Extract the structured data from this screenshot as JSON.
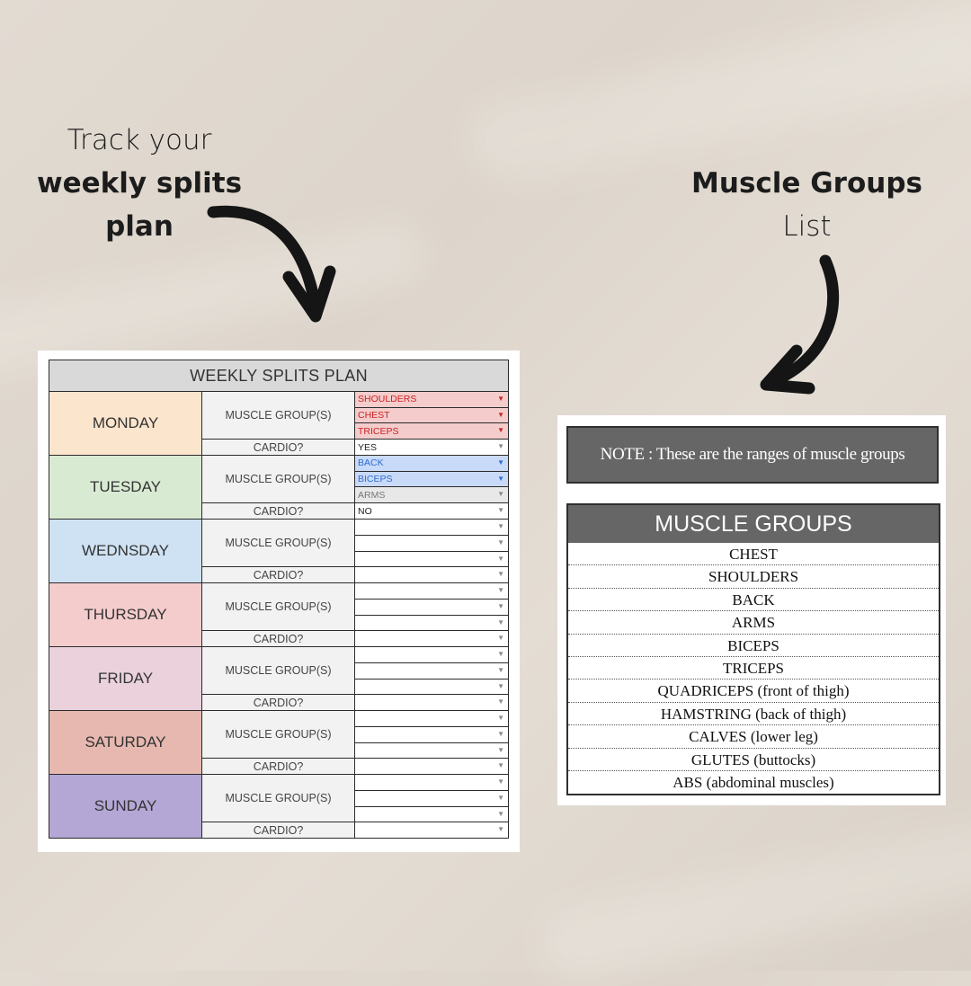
{
  "captions": {
    "left": {
      "line1": "Track your",
      "line2": "weekly splits",
      "line3": "plan"
    },
    "right": {
      "line1": "Muscle Groups",
      "line2": "List"
    }
  },
  "splits": {
    "title": "WEEKLY SPLITS PLAN",
    "muscle_label": "MUSCLE GROUP(S)",
    "cardio_label": "CARDIO?",
    "days": [
      {
        "name": "MONDAY",
        "color": "#fce5cd",
        "muscles": [
          {
            "value": "SHOULDERS",
            "style": "red"
          },
          {
            "value": "CHEST",
            "style": "red"
          },
          {
            "value": "TRICEPS",
            "style": "red"
          }
        ],
        "cardio": "YES"
      },
      {
        "name": "TUESDAY",
        "color": "#d9ead3",
        "muscles": [
          {
            "value": "BACK",
            "style": "blue"
          },
          {
            "value": "BICEPS",
            "style": "blue"
          },
          {
            "value": "ARMS",
            "style": "gray"
          }
        ],
        "cardio": "NO"
      },
      {
        "name": "WEDNSDAY",
        "color": "#cfe2f3",
        "muscles": [
          {
            "value": "",
            "style": ""
          },
          {
            "value": "",
            "style": ""
          },
          {
            "value": "",
            "style": ""
          }
        ],
        "cardio": ""
      },
      {
        "name": "THURSDAY",
        "color": "#f4cccc",
        "muscles": [
          {
            "value": "",
            "style": ""
          },
          {
            "value": "",
            "style": ""
          },
          {
            "value": "",
            "style": ""
          }
        ],
        "cardio": ""
      },
      {
        "name": "FRIDAY",
        "color": "#ead1dc",
        "muscles": [
          {
            "value": "",
            "style": ""
          },
          {
            "value": "",
            "style": ""
          },
          {
            "value": "",
            "style": ""
          }
        ],
        "cardio": ""
      },
      {
        "name": "SATURDAY",
        "color": "#e6b8af",
        "muscles": [
          {
            "value": "",
            "style": ""
          },
          {
            "value": "",
            "style": ""
          },
          {
            "value": "",
            "style": ""
          }
        ],
        "cardio": ""
      },
      {
        "name": "SUNDAY",
        "color": "#b4a7d6",
        "muscles": [
          {
            "value": "",
            "style": ""
          },
          {
            "value": "",
            "style": ""
          },
          {
            "value": "",
            "style": ""
          }
        ],
        "cardio": ""
      }
    ]
  },
  "muscle_list": {
    "note": "NOTE : These are the ranges of muscle groups",
    "header": "MUSCLE GROUPS",
    "items": [
      "CHEST",
      "SHOULDERS",
      "BACK",
      "ARMS",
      "BICEPS",
      "TRICEPS",
      "QUADRICEPS (front of thigh)",
      "HAMSTRING (back of thigh)",
      "CALVES (lower leg)",
      "GLUTES (buttocks)",
      "ABS (abdominal muscles)"
    ]
  },
  "icons": {
    "dropdown": "dropdown-arrow-icon",
    "arrow": "curved-arrow-icon"
  }
}
